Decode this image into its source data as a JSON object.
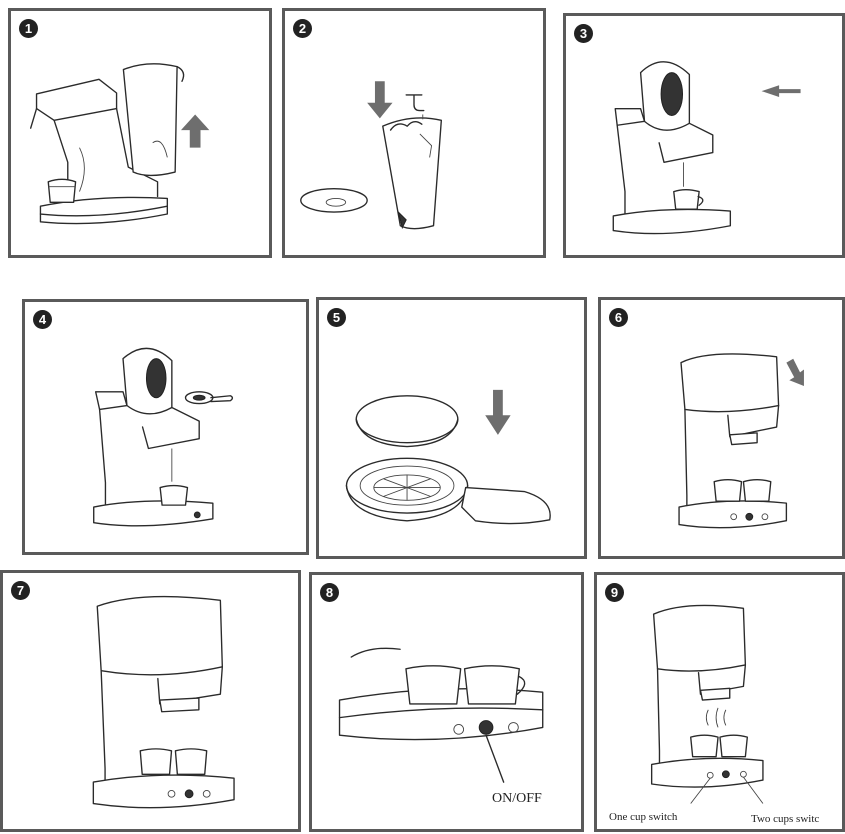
{
  "steps": [
    {
      "num": "1"
    },
    {
      "num": "2"
    },
    {
      "num": "3"
    },
    {
      "num": "4"
    },
    {
      "num": "5"
    },
    {
      "num": "6"
    },
    {
      "num": "7"
    },
    {
      "num": "8",
      "label": "ON/OFF"
    },
    {
      "num": "9",
      "label_left": "One cup switch",
      "label_right": "Two cups switc"
    }
  ],
  "colors": {
    "border": "#5a5a5a",
    "arrow": "#6e6e6e",
    "ink": "#2b2b2b"
  }
}
